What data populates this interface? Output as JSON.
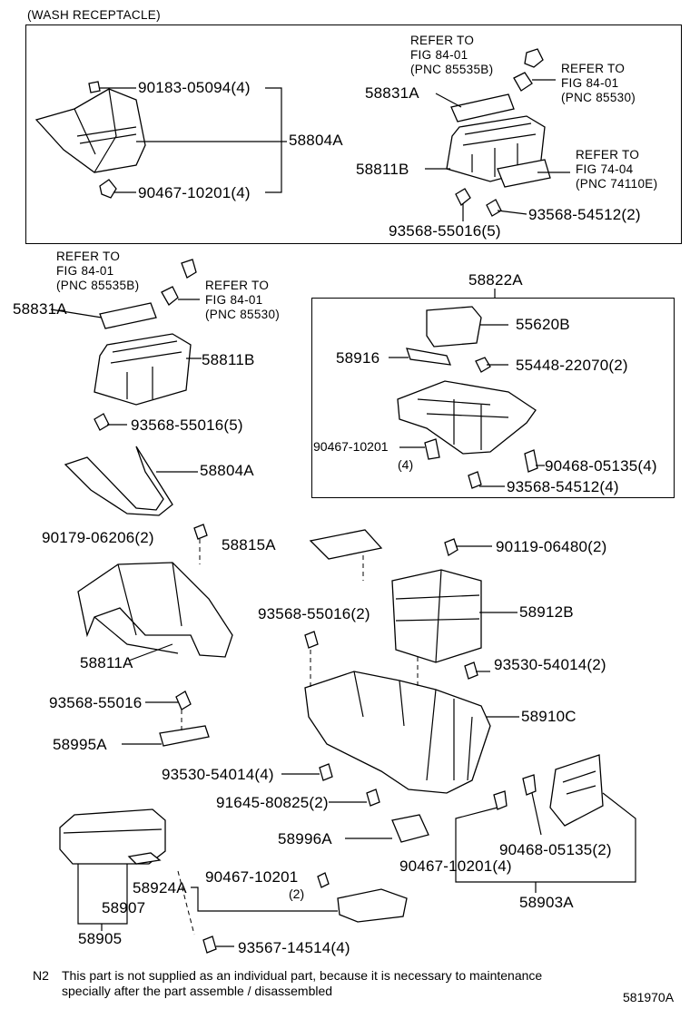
{
  "header": "(WASH RECEPTACLE)",
  "top_box": {
    "callouts": [
      "90183-05094(4)",
      "58804A",
      "90467-10201(4)",
      "58831A",
      "58811B",
      "93568-55016(5)",
      "93568-54512(2)"
    ],
    "refs": [
      [
        "REFER  TO",
        "FIG  84-01",
        "(PNC 85535B)"
      ],
      [
        "REFER  TO",
        "FIG  84-01",
        "(PNC 85530)"
      ],
      [
        "REFER  TO",
        "FIG  74-04",
        "(PNC 74110E)"
      ]
    ]
  },
  "mid_left": {
    "refs": [
      [
        "REFER  TO",
        "FIG  84-01",
        "(PNC 85535B)"
      ],
      [
        "REFER  TO",
        "FIG  84-01",
        "(PNC 85530)"
      ]
    ],
    "callouts": [
      "58831A",
      "58811B",
      "93568-55016(5)",
      "58804A"
    ]
  },
  "mid_right": {
    "title": "58822A",
    "callouts": [
      "55620B",
      "58916",
      "55448-22070(2)",
      "90467-10201",
      "(4)",
      "90468-05135(4)",
      "93568-54512(4)"
    ]
  },
  "lower": {
    "callouts": [
      "90179-06206(2)",
      "58815A",
      "90119-06480(2)",
      "93568-55016(2)",
      "58912B",
      "58811A",
      "93530-54014(2)",
      "93568-55016",
      "58910C",
      "58995A",
      "93530-54014(4)",
      "91645-80825(2)",
      "58996A",
      "90467-10201(4)",
      "90468-05135(2)",
      "58903A",
      "58924A",
      "90467-10201",
      "(2)",
      "58907",
      "58905",
      "93567-14514(4)"
    ]
  },
  "footnote": {
    "tag": "N2",
    "line1": "This part is not supplied as an individual part, because it is necessary to maintenance",
    "line2": "specially after the part assemble / disassembled"
  },
  "figure_code": "581970A"
}
